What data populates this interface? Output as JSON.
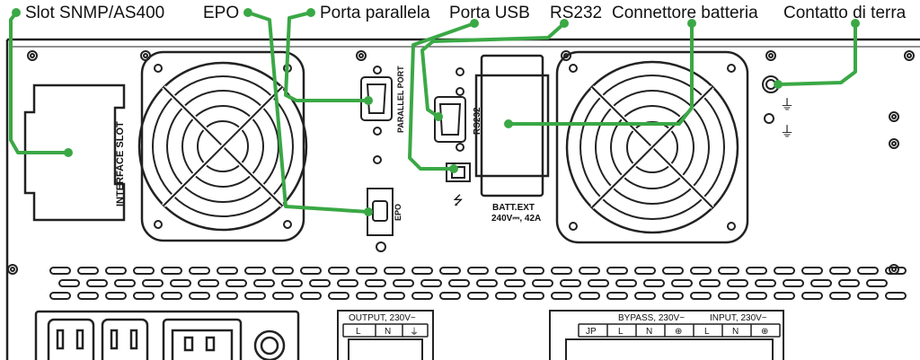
{
  "callouts": [
    {
      "label": "Slot SNMP/AS400"
    },
    {
      "label": "EPO"
    },
    {
      "label": "Porta parallela"
    },
    {
      "label": "Porta USB"
    },
    {
      "label": "RS232"
    },
    {
      "label": "Connettore batteria"
    },
    {
      "label": "Contatto di terra"
    }
  ],
  "panel_text": {
    "interface_slot": "INTERFACE SLOT",
    "parallel_port": "PARALLEL PORT",
    "epo": "EPO",
    "rs232": "RS232",
    "batt_ext": "BATT.EXT",
    "batt_rating": "240V⎓, 42A",
    "output_header": "OUTPUT, 230V~",
    "output_cols": [
      "L",
      "N",
      "⏚"
    ],
    "bypass_header": "BYPASS, 230V~",
    "input_header": "INPUT, 230V~",
    "terminal_cols": [
      "JP",
      "L",
      "N",
      "⊕",
      "L",
      "N",
      "⊕"
    ]
  },
  "colors": {
    "accent": "#3aa845",
    "line": "#222222",
    "panel": "#ffffff"
  }
}
